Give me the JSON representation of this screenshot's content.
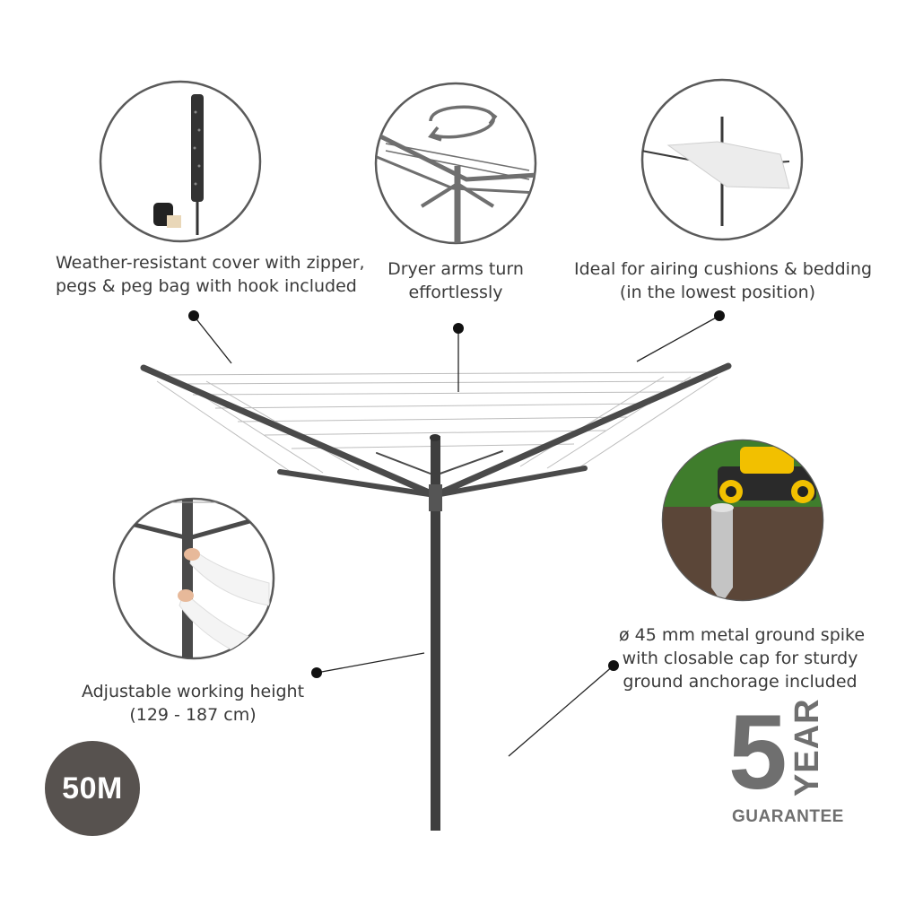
{
  "features": {
    "cover": {
      "line1": "Weather-resistant cover with zipper,",
      "line2": "pegs & peg bag with hook included"
    },
    "arms": {
      "line1": "Dryer arms turn",
      "line2": "effortlessly"
    },
    "airing": {
      "line1": "Ideal for airing cushions & bedding",
      "line2": "(in the lowest position)"
    },
    "spike": {
      "line1": "ø 45 mm metal ground spike",
      "line2": "with closable cap for sturdy",
      "line3": "ground anchorage included"
    },
    "height": {
      "line1": "Adjustable working height",
      "line2": "(129 - 187 cm)"
    }
  },
  "badge": {
    "label": "50M"
  },
  "guarantee": {
    "number": "5",
    "unit": "YEAR",
    "text": "GUARANTEE"
  },
  "colors": {
    "frame": "#4a4a4a",
    "badge": "#57524f",
    "guarantee": "#6f6f6f",
    "circle_border": "#5a5a5a",
    "grass": "#3f7d2c",
    "soil": "#5b4638",
    "mower": "#f2c000"
  }
}
